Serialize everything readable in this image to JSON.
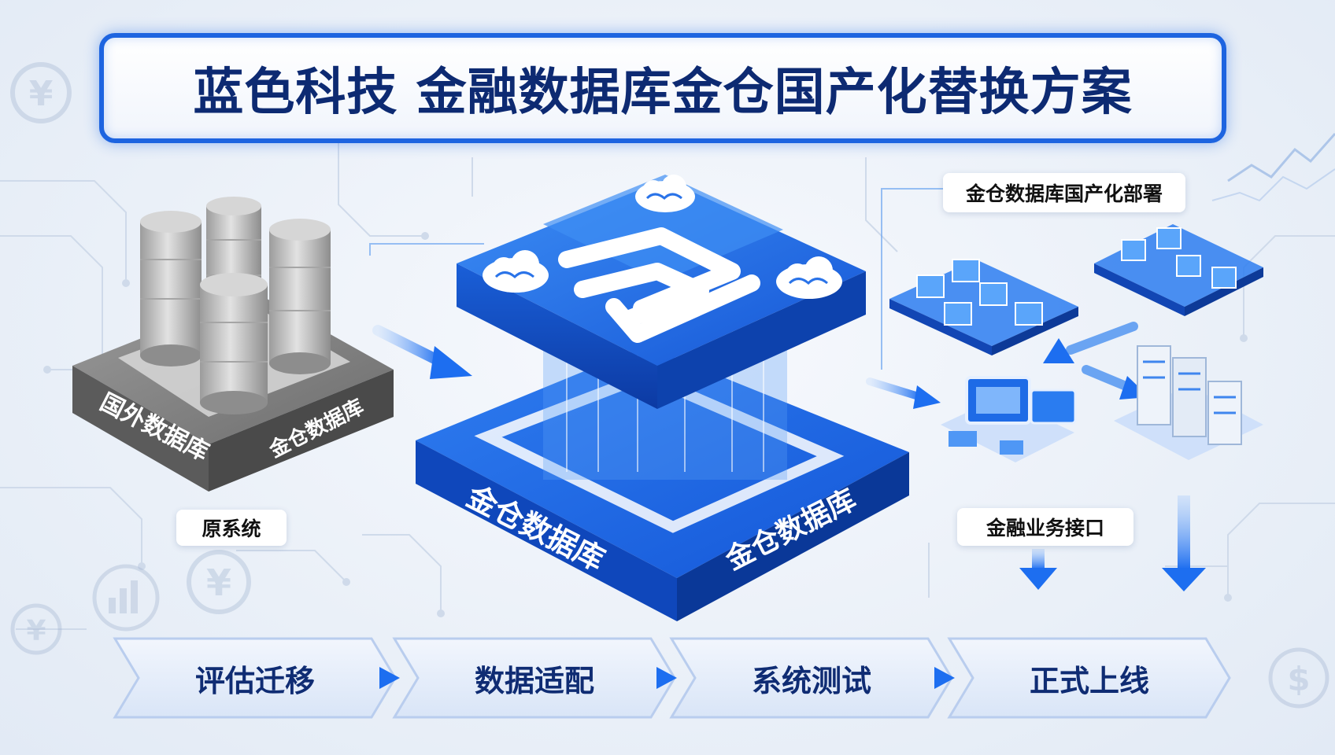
{
  "title": "蓝色科技 金融数据库金仓国产化替换方案",
  "legacy": {
    "label_left": "国外数据库",
    "label_right": "金仓数据库",
    "caption": "原系统"
  },
  "core": {
    "label_left": "金仓数据库",
    "label_right": "金仓数据库"
  },
  "deploy": {
    "caption": "金仓数据库国产化部署",
    "interface_label": "金融业务接口"
  },
  "steps": [
    "评估迁移",
    "数据适配",
    "系统测试",
    "正式上线"
  ],
  "colors": {
    "brand_blue": "#1d64e0",
    "deep_blue": "#0d2a72",
    "legacy_gray": "#7a7a7a"
  },
  "icons": [
    "yen-coin-icon",
    "dollar-coin-icon",
    "bar-chart-icon",
    "cloud-icon",
    "server-icon",
    "monitor-icon",
    "trend-line-icon"
  ]
}
